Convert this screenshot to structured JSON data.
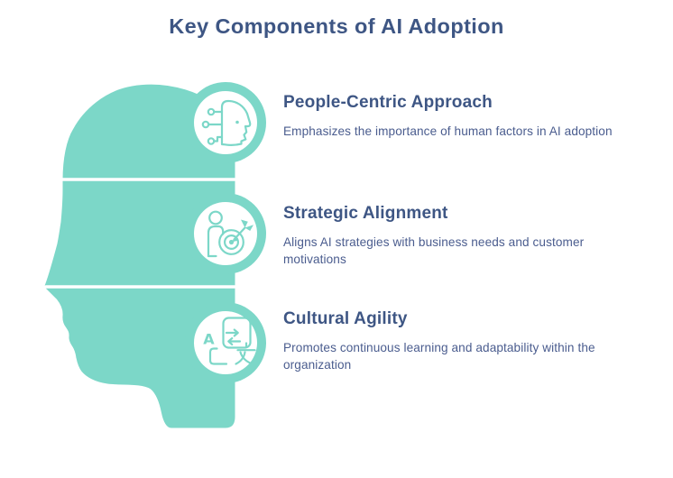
{
  "title": "Key Components of AI Adoption",
  "colors": {
    "teal": "#7CD7C8",
    "title_text": "#3E5684",
    "heading_text": "#3E5684",
    "body_text": "#4A5C8E",
    "background": "#FFFFFF"
  },
  "graphic": {
    "name": "head-silhouette",
    "description_icons": [
      "ai-head-icon",
      "strategic-target-icon",
      "translation-icon"
    ],
    "letter_a": "A"
  },
  "sections": [
    {
      "heading": "People-Centric Approach",
      "description": "Emphasizes the importance of human factors in AI adoption",
      "icon": "ai-head-icon"
    },
    {
      "heading": "Strategic Alignment",
      "description": "Aligns AI strategies with business needs and customer motivations",
      "icon": "strategic-target-icon"
    },
    {
      "heading": "Cultural Agility",
      "description": "Promotes continuous learning and adaptability within the organization",
      "icon": "translation-icon"
    }
  ]
}
